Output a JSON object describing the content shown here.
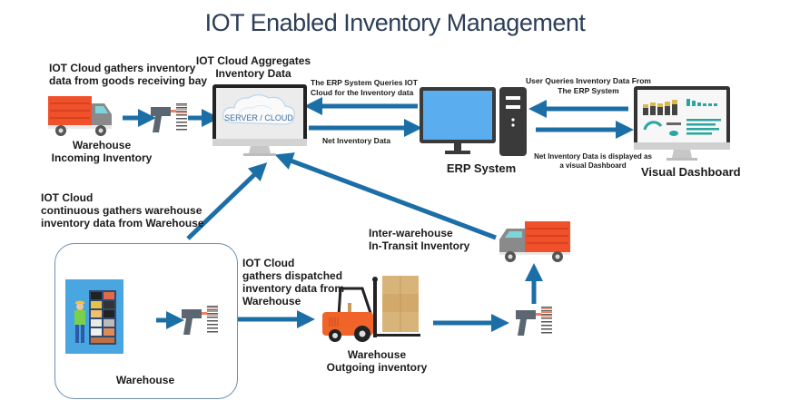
{
  "title": "IOT Enabled Inventory Management",
  "colors": {
    "arrow": "#1c6fa6",
    "truck_body": "#f0502a",
    "truck_cab": "#8a8a8a",
    "screen_blue": "#5aaef0",
    "dark_device": "#3a3a3a",
    "title_text": "#2d3e57",
    "warehouse_bg": "#4aa6e0",
    "box_border": "#6b8fb0"
  },
  "labels": {
    "cloud_gathers_receiving": "IOT Cloud gathers inventory\ndata from goods receiving bay",
    "warehouse_incoming": "Warehouse\nIncoming Inventory",
    "cloud_aggregates": "IOT Cloud Aggregates\nInventory Data",
    "server_cloud": "SERVER / CLOUD",
    "erp_queries": "The ERP System Queries IOT\nCloud for the Inventory data",
    "net_inventory_data": "Net Inventory Data",
    "erp_system": "ERP System",
    "user_queries": "User Queries Inventory Data From\nThe ERP System",
    "net_inventory_displayed": "Net Inventory Data is displayed as\na visual Dashboard",
    "visual_dashboard": "Visual Dashboard",
    "cloud_continuous": "IOT Cloud\ncontinuous  gathers warehouse\ninventory data from Warehouse",
    "inter_warehouse": "Inter-warehouse\nIn-Transit Inventory",
    "cloud_dispatched": "IOT Cloud\ngathers dispatched\ninventory data from\nWarehouse",
    "warehouse": "Warehouse",
    "warehouse_outgoing": "Warehouse\nOutgoing inventory"
  }
}
